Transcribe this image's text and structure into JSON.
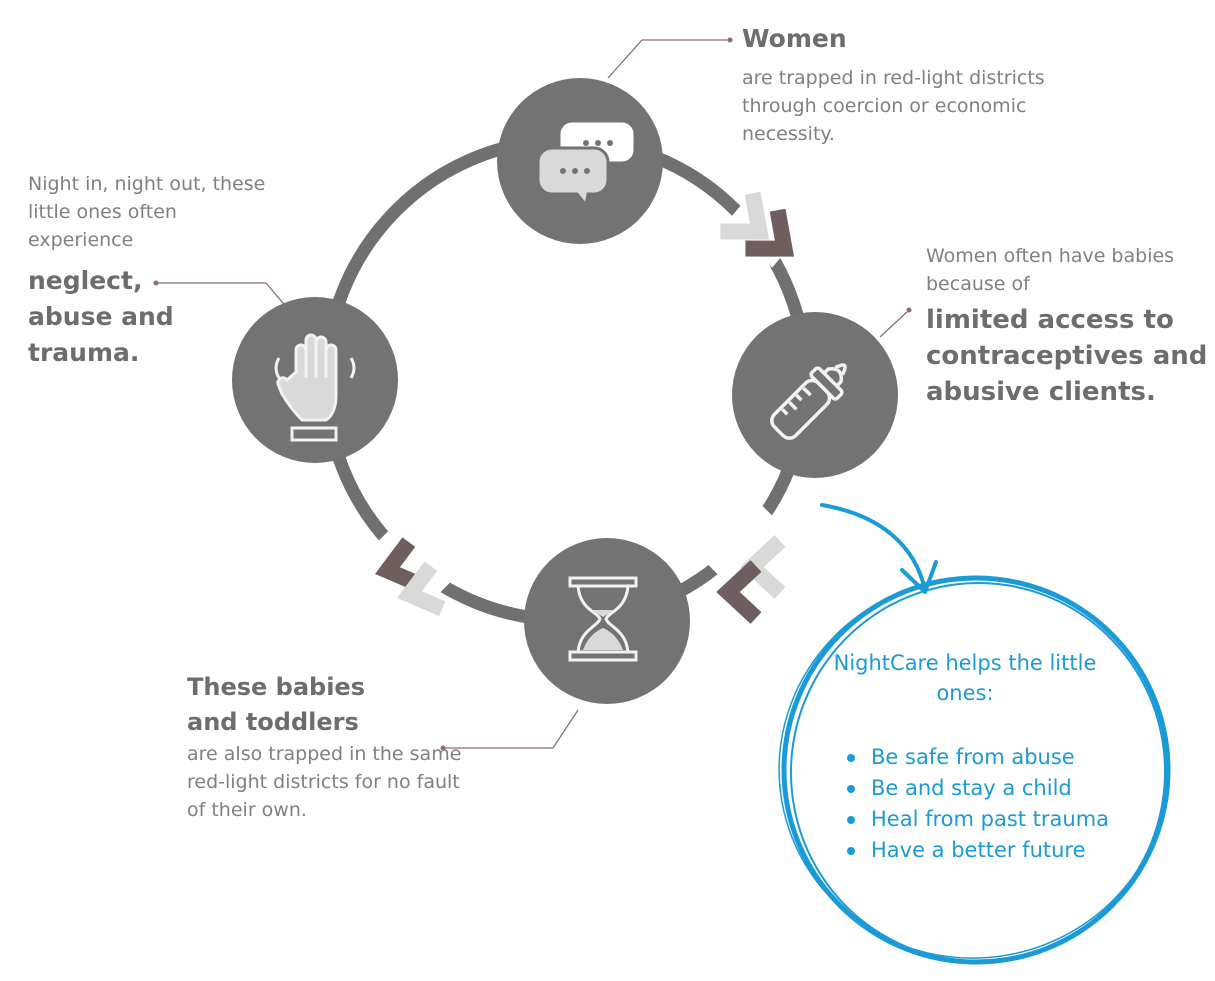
{
  "stages": {
    "women": {
      "title": "Women",
      "description": "are trapped in red-light districts through coercion or economic necessity.",
      "icon": "speech-bubbles-icon"
    },
    "babies": {
      "intro": "Women often have babies because of",
      "emphasis": "limited access to contraceptives and abusive clients.",
      "icon": "baby-bottle-icon"
    },
    "toddlers": {
      "title": "These babies and toddlers",
      "description": "are also trapped in the same red-light districts for no fault of their own.",
      "icon": "hourglass-icon"
    },
    "neglect": {
      "intro": "Night in, night out, these little ones often experience",
      "emphasis": "neglect, abuse and trauma.",
      "icon": "stop-hand-icon"
    }
  },
  "nightcare": {
    "title": "NightCare helps the little ones:",
    "items": [
      "Be safe from abuse",
      "Be and stay a child",
      "Heal from past trauma",
      "Have a better future"
    ]
  },
  "colors": {
    "ring": "#707070",
    "node": "#737373",
    "text": "#808080",
    "text_bold": "#6d6d6d",
    "chevron_dark": "#6e5e5e",
    "chevron_light": "#d9d9d9",
    "connector": "#8a6e6e",
    "accent": "#1a9ad6"
  }
}
